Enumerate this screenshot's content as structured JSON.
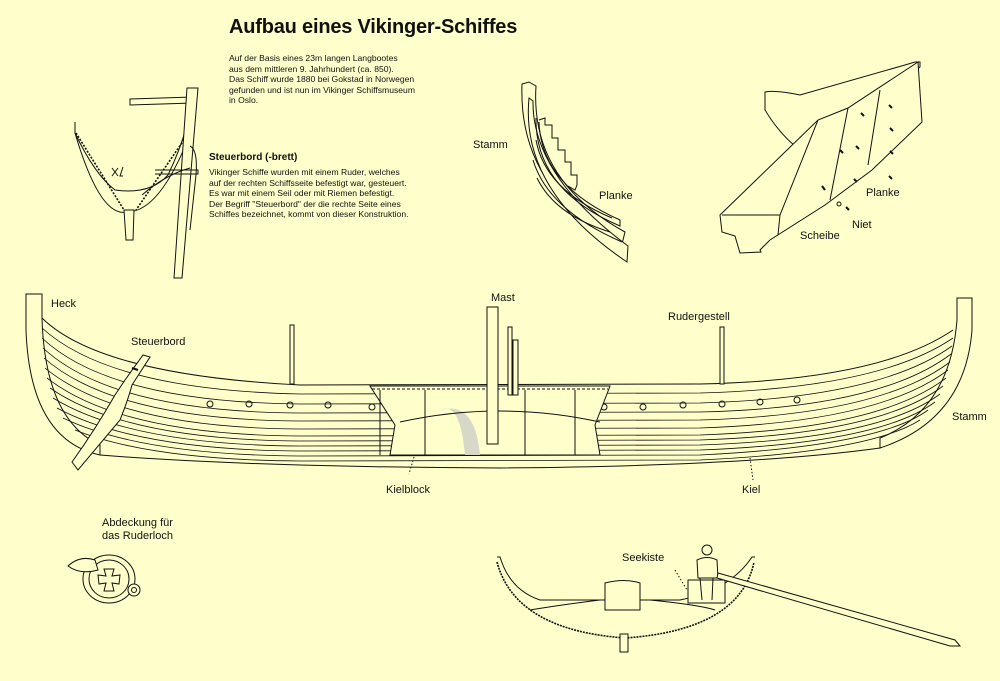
{
  "title": "Aufbau eines Vikinger-Schiffes",
  "intro": {
    "lines": [
      "Auf der Basis eines 23m langen Langbootes",
      "aus dem mittleren 9. Jahrhundert (ca. 850).",
      "Das Schiff wurde 1880 bei Gokstad in Norwegen",
      "gefunden und ist nun im Vikinger Schiffsmuseum",
      "in Oslo."
    ]
  },
  "steuerbord_box": {
    "heading": "Steuerbord (-brett)",
    "lines": [
      "Vikinger Schiffe wurden mit einem Ruder, welches",
      "auf der rechten Schiffsseite befestigt war, gesteuert.",
      "Es war mit einem Seil oder mit Riemen befestigt.",
      "Der Begriff \"Steuerbord\" der die rechte Seite eines",
      "Schiffes bezeichnet, kommt von dieser Konstruktion."
    ]
  },
  "labels": {
    "stamm_detail": "Stamm",
    "planke_detail": "Planke",
    "planke_rivet": "Planke",
    "scheibe": "Scheibe",
    "niet": "Niet",
    "heck": "Heck",
    "steuerbord": "Steuerbord",
    "mast": "Mast",
    "rudergestell": "Rudergestell",
    "stamm": "Stamm",
    "kielblock": "Kielblock",
    "kiel": "Kiel",
    "abdeckung_line1": "Abdeckung für",
    "abdeckung_line2": "das Ruderloch",
    "seekiste": "Seekiste"
  },
  "colors": {
    "background": "#FFFFCC",
    "ink": "#111111",
    "shade": "#D8D8C8"
  }
}
